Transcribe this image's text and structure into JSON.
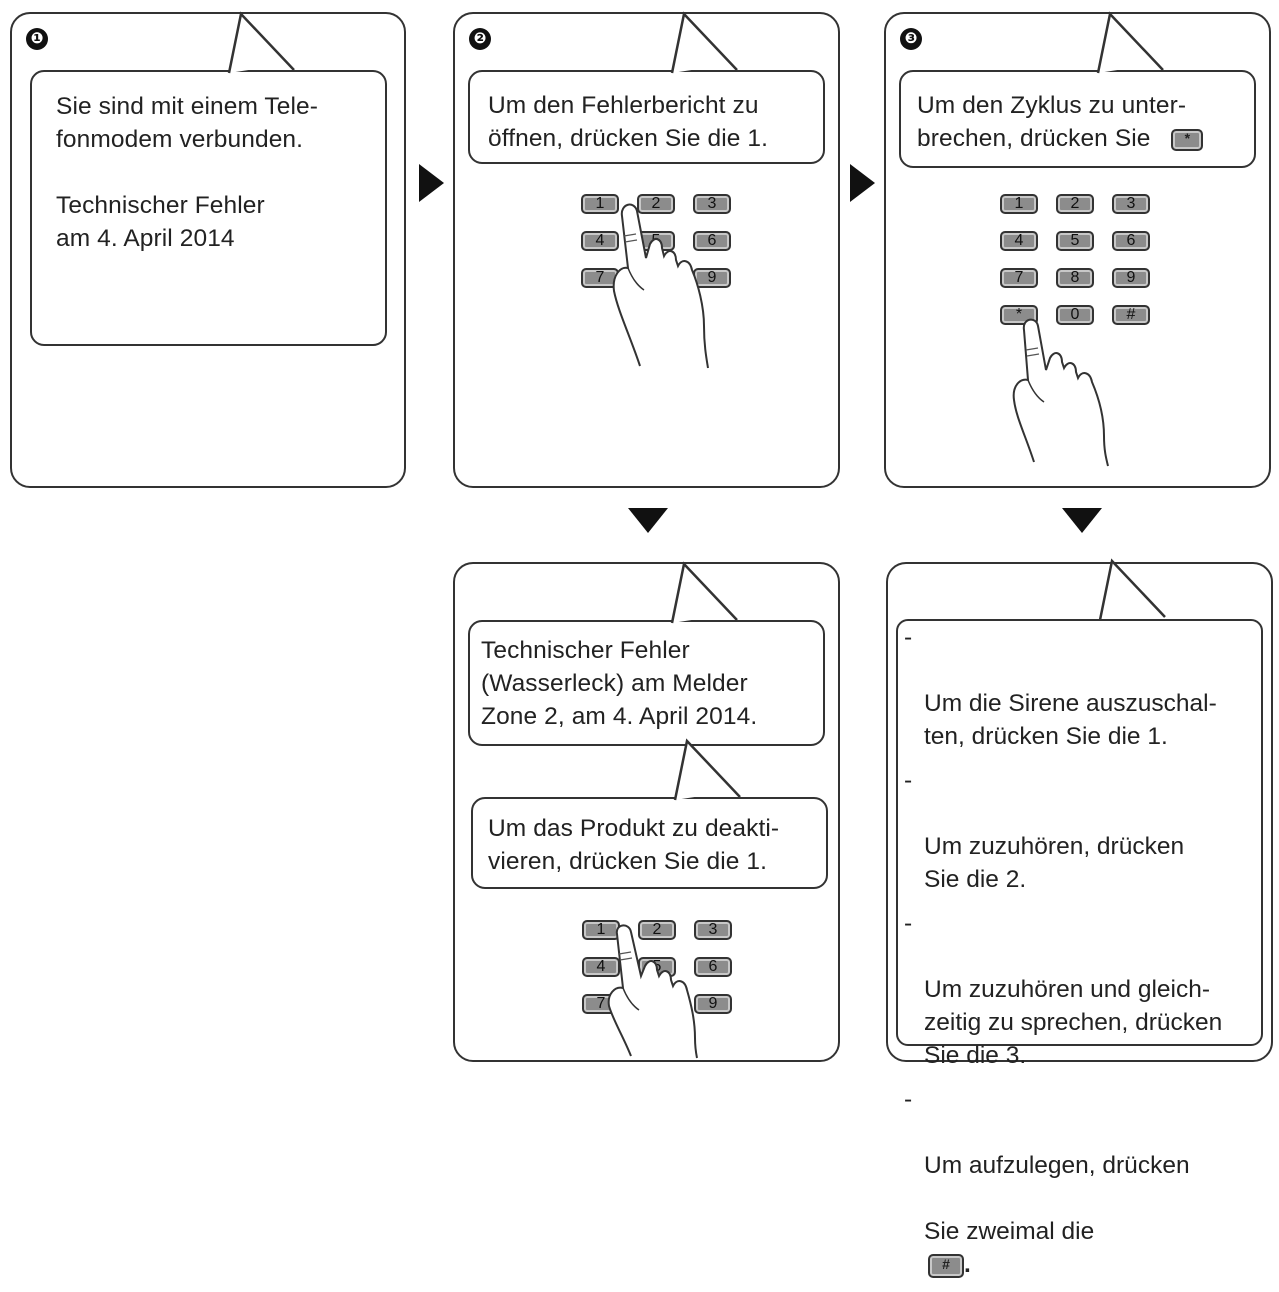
{
  "steps": [
    {
      "number": "❶",
      "bubble": "Sie sind mit einem Tele-\nfonmodem verbunden.\n\nTechnischer Fehler\nam 4. April 2014"
    },
    {
      "number": "❷",
      "bubble": "Um den Fehlerbericht zu\nöffnen, drücken Sie die 1.",
      "keys": [
        "1",
        "2",
        "3",
        "4",
        "5",
        "6",
        "7",
        "8",
        "9"
      ]
    },
    {
      "number": "❸",
      "bubble_line1": "Um den Zyklus zu unter-",
      "bubble_line2": "brechen, drücken Sie",
      "inline_key": "*",
      "keys": [
        "1",
        "2",
        "3",
        "4",
        "5",
        "6",
        "7",
        "8",
        "9",
        "*",
        "0",
        "#"
      ]
    },
    {
      "bubble_a": "Technischer Fehler\n(Wasserleck) am Melder\nZone 2, am 4. April 2014.",
      "bubble_b": "Um das Produkt zu deakti-\nvieren, drücken Sie die 1.",
      "keys": [
        "1",
        "2",
        "3",
        "4",
        "5",
        "6",
        "7",
        "8",
        "9"
      ]
    },
    {
      "options": [
        "Um die Sirene auszuschal-\nten, drücken Sie die 1.",
        "Um zuzuhören, drücken\nSie die 2.",
        "Um zuzuhören und gleich-\nzeitig zu sprechen, drücken\nSie die 3."
      ],
      "last_option_line1": "Um aufzulegen, drücken",
      "last_option_line2": "Sie zweimal die",
      "last_option_key": "#",
      "last_option_end": "."
    }
  ],
  "dash": "-"
}
